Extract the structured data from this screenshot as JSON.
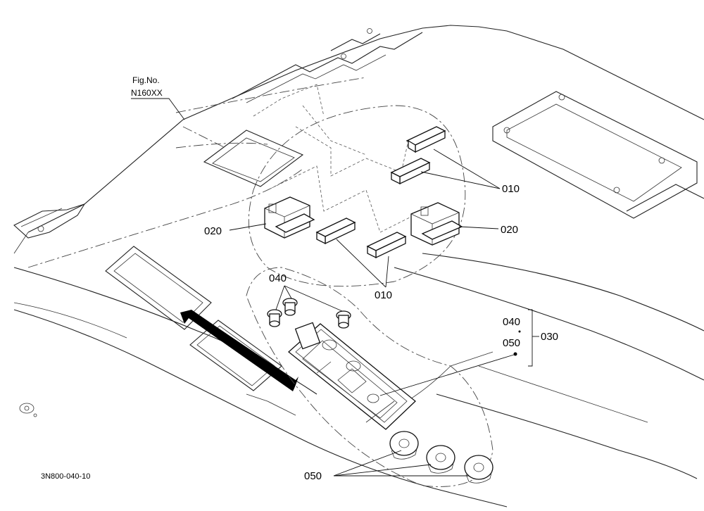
{
  "figure": {
    "fig_no_label": "Fig.No.",
    "fig_no_value": "N160XX",
    "drawing_code": "3N800-040-10"
  },
  "callouts": {
    "part_010_upper": "010",
    "part_010_lower": "010",
    "part_020_left": "020",
    "part_020_right": "020",
    "part_040_top": "040",
    "part_050_bottom": "050",
    "assembly_040": "040",
    "assembly_050": "050",
    "assembly_030": "030"
  }
}
